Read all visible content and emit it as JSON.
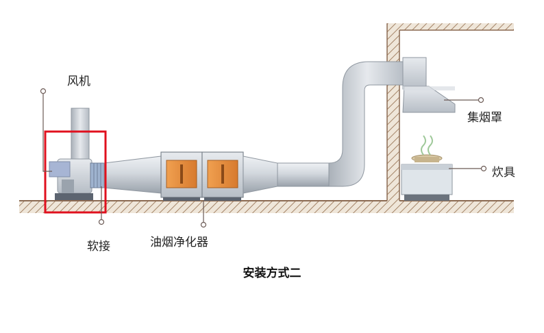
{
  "labels": {
    "fan": "风机",
    "flex_joint": "软接",
    "purifier": "油烟净化器",
    "hood": "集烟罩",
    "stove": "炊具"
  },
  "caption": "安装方式二",
  "colors": {
    "highlight": "#e0101e",
    "duct": "#c9ced4",
    "filter_panel": "#e48a3c",
    "wall": "#8b6a52",
    "leader": "#6b5a55"
  }
}
